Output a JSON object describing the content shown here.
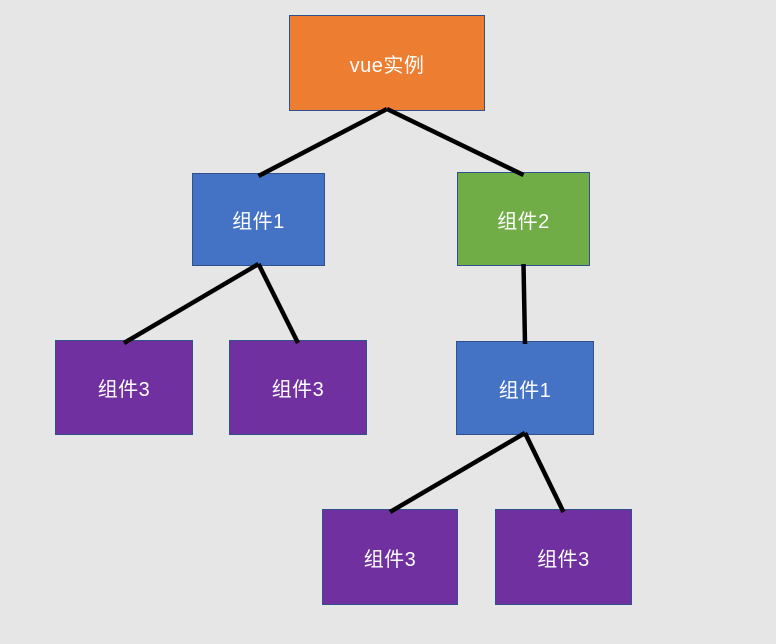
{
  "diagram": {
    "background_color": "#e6e6e6",
    "node_border_color": "#2f528f",
    "connector_color": "#000000",
    "text_color": "#ffffff",
    "nodes": [
      {
        "id": "vue-instance",
        "label": "vue实例",
        "fill": "#ed7d31"
      },
      {
        "id": "component1-left",
        "label": "组件1",
        "fill": "#4472c4"
      },
      {
        "id": "component2",
        "label": "组件2",
        "fill": "#70ad47"
      },
      {
        "id": "component3-left-a",
        "label": "组件3",
        "fill": "#7030a0"
      },
      {
        "id": "component3-left-b",
        "label": "组件3",
        "fill": "#7030a0"
      },
      {
        "id": "component1-right",
        "label": "组件1",
        "fill": "#4472c4"
      },
      {
        "id": "component3-right-a",
        "label": "组件3",
        "fill": "#7030a0"
      },
      {
        "id": "component3-right-b",
        "label": "组件3",
        "fill": "#7030a0"
      }
    ],
    "edges": [
      {
        "from": "vue-instance",
        "to": "component1-left"
      },
      {
        "from": "vue-instance",
        "to": "component2"
      },
      {
        "from": "component1-left",
        "to": "component3-left-a"
      },
      {
        "from": "component1-left",
        "to": "component3-left-b"
      },
      {
        "from": "component2",
        "to": "component1-right"
      },
      {
        "from": "component1-right",
        "to": "component3-right-a"
      },
      {
        "from": "component1-right",
        "to": "component3-right-b"
      }
    ]
  }
}
